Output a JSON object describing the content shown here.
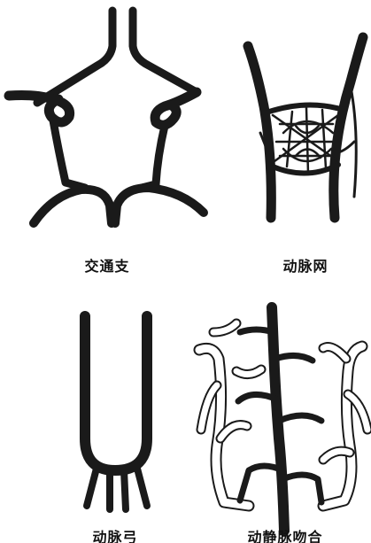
{
  "figure": {
    "panels": [
      {
        "id": "communicating-branch",
        "caption": "交通支"
      },
      {
        "id": "arterial-network",
        "caption": "动脉网"
      },
      {
        "id": "arterial-arch",
        "caption": "动脉弓"
      },
      {
        "id": "arteriovenous-anastomosis",
        "caption": "动静脉吻合"
      }
    ]
  }
}
